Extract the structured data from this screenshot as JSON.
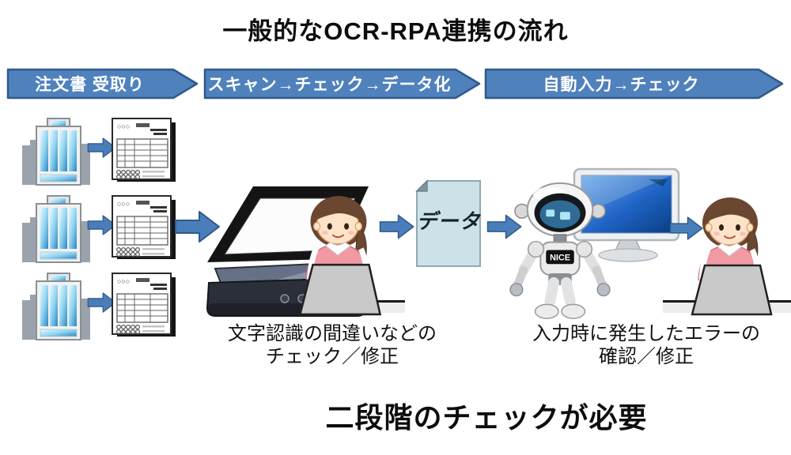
{
  "page": {
    "title": "一般的なOCR-RPA連携の流れ",
    "footer": "二段階のチェックが必要"
  },
  "banners": [
    {
      "id": "receive-order",
      "label": "注文書 受取り"
    },
    {
      "id": "scan-check-digitize",
      "label": "スキャン→チェック→データ化"
    },
    {
      "id": "auto-input-check",
      "label": "自動入力→チェック"
    }
  ],
  "flow": {
    "source_rows": 3,
    "form_header": "○○○",
    "data_page_label": "データ",
    "robot_chest_label": "NICE"
  },
  "captions": {
    "ocr_check_line1": "文字認識の間違いなどの",
    "ocr_check_line2": "チェック／修正",
    "rpa_check_line1": "入力時に発生したエラーの",
    "rpa_check_line2": "確認／修正"
  },
  "icons": {
    "building": "office-building-icon",
    "document": "order-form-icon",
    "arrow": "flow-arrow-icon",
    "scanner": "flatbed-scanner-icon",
    "operator": "female-operator-icon",
    "data_page": "data-file-icon",
    "robot": "rpa-robot-icon",
    "monitor": "computer-monitor-icon",
    "laptop": "laptop-icon",
    "desk": "desk-line"
  },
  "colors": {
    "banner_fill": "#4f81bd",
    "banner_border": "#2f5a8b",
    "arrow_fill": "#4a7ebb",
    "data_page_fill": "#cde2e8",
    "screen_blue": "#1e63c4",
    "vest_pink": "#f29aa4",
    "hair_brown": "#6b4630"
  }
}
